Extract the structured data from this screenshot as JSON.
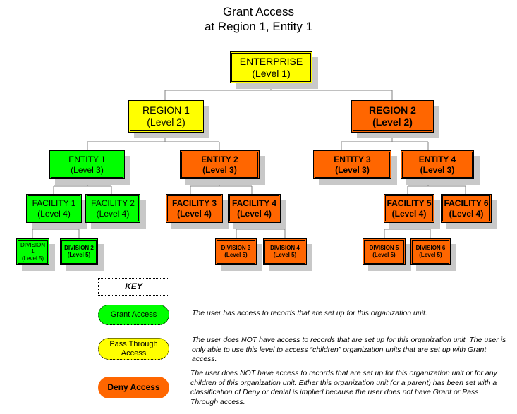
{
  "title": {
    "line1": "Grant Access",
    "line2": "at Region 1, Entity 1"
  },
  "nodes": {
    "enterprise": {
      "name": "ENTERPRISE",
      "level": "(Level 1)"
    },
    "region1": {
      "name": "REGION 1",
      "level": "(Level 2)"
    },
    "region2": {
      "name": "REGION 2",
      "level": "(Level 2)"
    },
    "entity1": {
      "name": "ENTITY 1",
      "level": "(Level 3)"
    },
    "entity2": {
      "name": "ENTITY 2",
      "level": "(Level 3)"
    },
    "entity3": {
      "name": "ENTITY 3",
      "level": "(Level 3)"
    },
    "entity4": {
      "name": "ENTITY 4",
      "level": "(Level 3)"
    },
    "facility1": {
      "name": "FACILITY 1",
      "level": "(Level 4)"
    },
    "facility2": {
      "name": "FACILITY 2",
      "level": "(Level 4)"
    },
    "facility3": {
      "name": "FACILITY 3",
      "level": "(Level 4)"
    },
    "facility4": {
      "name": "FACILITY 4",
      "level": "(Level 4)"
    },
    "facility5": {
      "name": "FACILITY 5",
      "level": "(Level 4)"
    },
    "facility6": {
      "name": "FACILITY 6",
      "level": "(Level 4)"
    },
    "division1": {
      "name": "DIVISION 1",
      "level": "(Level 5)"
    },
    "division2": {
      "name": "DIVISION 2",
      "level": "(Level 5)"
    },
    "division3": {
      "name": "DIVISION 3",
      "level": "(Level 5)"
    },
    "division4": {
      "name": "DIVISION 4",
      "level": "(Level 5)"
    },
    "division5": {
      "name": "DIVISION 5",
      "level": "(Level 5)"
    },
    "division6": {
      "name": "DIVISION 6",
      "level": "(Level 5)"
    }
  },
  "colors": {
    "grant": "#00ff00",
    "pass_through": "#ffff00",
    "deny": "#ff6600",
    "shadow": "#c8c8c8"
  },
  "key": {
    "heading": "KEY",
    "grant_label": "Grant Access",
    "grant_desc": "The user has access to records that are set up for this organization unit.",
    "pass_label": "Pass Through Access",
    "pass_desc": "The user does NOT have access to records that are set up for this organization unit. The user is only able to use this level to access “children” organization units that are set up with Grant access.",
    "deny_label": "Deny Access",
    "deny_desc": "The user does NOT have access to records that are set up for this organization unit or for any children of this organization unit.  Either this organization unit (or a parent) has been set with a classification of Deny or denial is implied because the user does not have Grant or Pass Through access."
  }
}
